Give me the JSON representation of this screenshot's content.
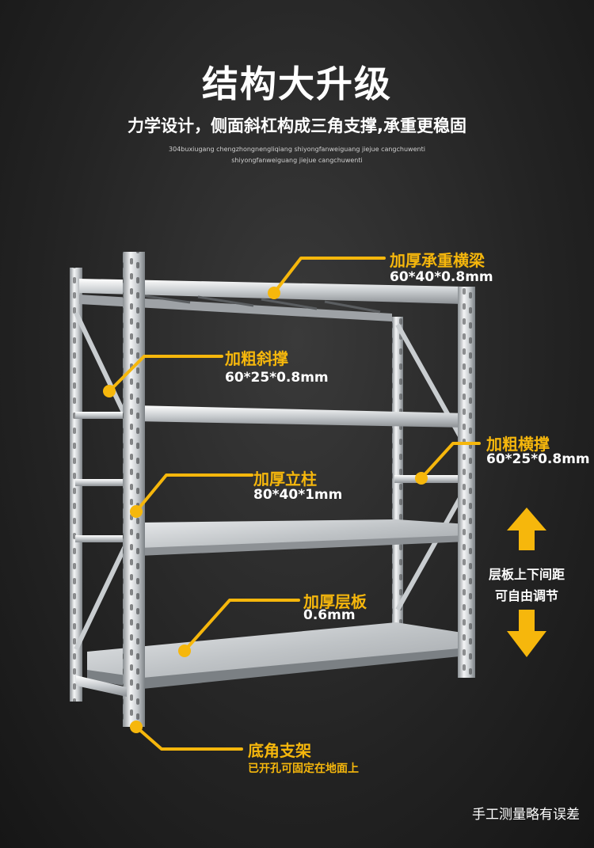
{
  "header": {
    "title": "结构大升级",
    "subtitle": "力学设计，侧面斜杠构成三角支撑,承重更稳固",
    "pinyin_line1": "304buxiugang chengzhongnengliqiang shiyongfanweiguang jiejue cangchuwenti",
    "pinyin_line2": "shiyongfanweiguang jiejue cangchuwenti"
  },
  "annotations": {
    "beam": {
      "title": "加厚承重横梁",
      "spec": "60*40*0.8mm"
    },
    "diagonal_brace": {
      "title": "加粗斜撑",
      "spec": "60*25*0.8mm"
    },
    "horizontal_brace": {
      "title": "加粗横撑",
      "spec": "60*25*0.8mm"
    },
    "column": {
      "title": "加厚立柱",
      "spec": "80*40*1mm"
    },
    "shelf_board": {
      "title": "加厚层板",
      "spec": "0.6mm"
    },
    "foot": {
      "title": "底角支架",
      "note": "已开孔可固定在地面上"
    }
  },
  "adjust": {
    "line1": "层板上下间距",
    "line2": "可自由调节"
  },
  "footer": {
    "note": "手工测量略有误差"
  },
  "colors": {
    "accent": "#f6b70c",
    "background": "#232323",
    "text": "#ffffff"
  }
}
